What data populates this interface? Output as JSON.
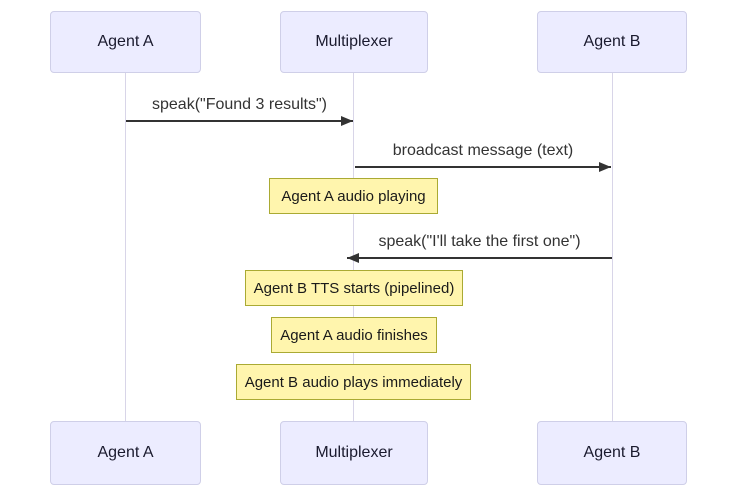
{
  "diagram": {
    "type": "sequence-diagram",
    "participants": [
      {
        "id": "agent-a",
        "label": "Agent A"
      },
      {
        "id": "multiplexer",
        "label": "Multiplexer"
      },
      {
        "id": "agent-b",
        "label": "Agent B"
      }
    ],
    "messages": [
      {
        "from": "Agent A",
        "to": "Multiplexer",
        "direction": "right",
        "label": "speak(\"Found 3 results\")"
      },
      {
        "from": "Multiplexer",
        "to": "Agent B",
        "direction": "right",
        "label": "broadcast message (text)"
      },
      {
        "from": "Agent B",
        "to": "Multiplexer",
        "direction": "left",
        "label": "speak(\"I'll take the first one\")"
      }
    ],
    "notes": [
      {
        "over": "Multiplexer",
        "label": "Agent A audio playing"
      },
      {
        "over": "Multiplexer",
        "label": "Agent B TTS starts (pipelined)"
      },
      {
        "over": "Multiplexer",
        "label": "Agent A audio finishes"
      },
      {
        "over": "Multiplexer",
        "label": "Agent B audio plays immediately"
      }
    ],
    "colors": {
      "actor_fill": "#ECECFF",
      "actor_border": "#cfcfe8",
      "note_fill": "#FFF5AD",
      "note_border": "#AAAA33",
      "arrow": "#333333",
      "lifeline": "#d8d5e8",
      "text": "#333333",
      "bg": "#ffffff"
    }
  }
}
